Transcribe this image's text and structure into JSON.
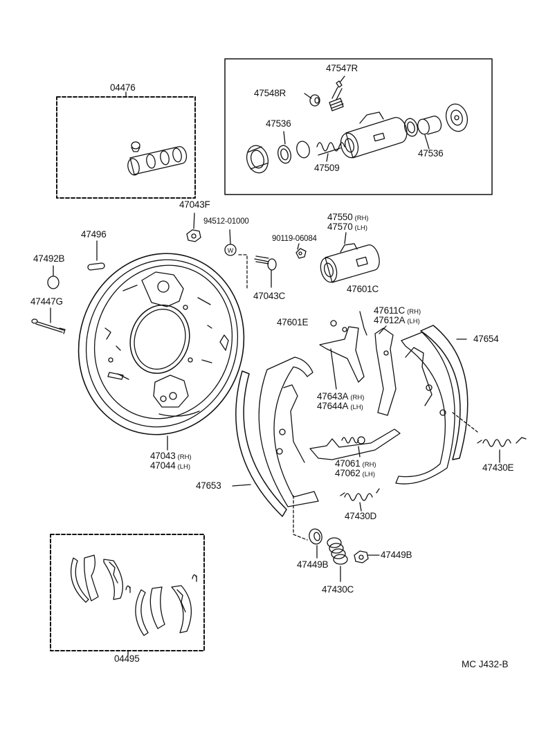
{
  "labels": {
    "p04476": "04476",
    "p47547r": "47547R",
    "p47548r": "47548R",
    "p47536a": "47536",
    "p47536b": "47536",
    "p47509": "47509",
    "p47043f": "47043F",
    "p94512": "94512-01000",
    "p47550": "47550",
    "p47550_sfx": "(RH)",
    "p47570": "47570",
    "p47570_sfx": "(LH)",
    "p90119": "90119-06084",
    "p47496": "47496",
    "p47492b": "47492B",
    "p47447g": "47447G",
    "p47043c": "47043C",
    "p47601c": "47601C",
    "p47601e": "47601E",
    "p47611c": "47611C",
    "p47611c_sfx": "(RH)",
    "p47612a": "47612A",
    "p47612a_sfx": "(LH)",
    "p47654": "47654",
    "p47643a": "47643A",
    "p47643a_sfx": "(RH)",
    "p47644a": "47644A",
    "p47644a_sfx": "(LH)",
    "p47043": "47043",
    "p47043_sfx": "(RH)",
    "p47044": "47044",
    "p47044_sfx": "(LH)",
    "p47061": "47061",
    "p47061_sfx": "(RH)",
    "p47062": "47062",
    "p47062_sfx": "(LH)",
    "p47430e": "47430E",
    "p47653": "47653",
    "p47430d": "47430D",
    "p47449b_a": "47449B",
    "p47449b_b": "47449B",
    "p47430c": "47430C",
    "p04495": "04495",
    "washer_mark": "W"
  },
  "reference": "MC J432-B"
}
